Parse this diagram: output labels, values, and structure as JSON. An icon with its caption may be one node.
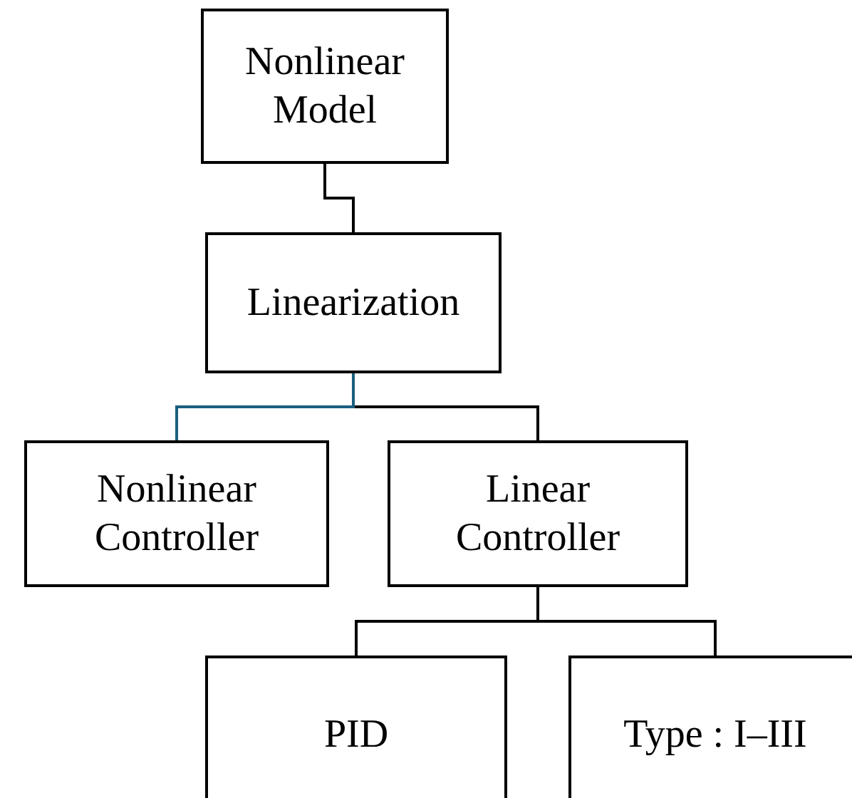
{
  "diagram": {
    "nodes": [
      {
        "text": [
          "Nonlinear Model"
        ]
      },
      {
        "text": [
          "Linearization"
        ]
      },
      {
        "text": [
          "Nonlinear Controller"
        ]
      },
      {
        "text": [
          "Linear Controller"
        ]
      },
      {
        "text": [
          "PID"
        ]
      },
      {
        "text": [
          "Type : I–III"
        ]
      }
    ],
    "edges": [
      {
        "from": 0,
        "to": 1,
        "arrow": "none"
      },
      {
        "from": 1,
        "to": 3,
        "arrow": "none"
      },
      {
        "from": 1,
        "to": 2,
        "arrow": "none",
        "color": "#1a5f80"
      },
      {
        "from": 3,
        "to": 4,
        "arrow": "none"
      },
      {
        "from": 3,
        "to": 5,
        "arrow": "none"
      }
    ]
  }
}
